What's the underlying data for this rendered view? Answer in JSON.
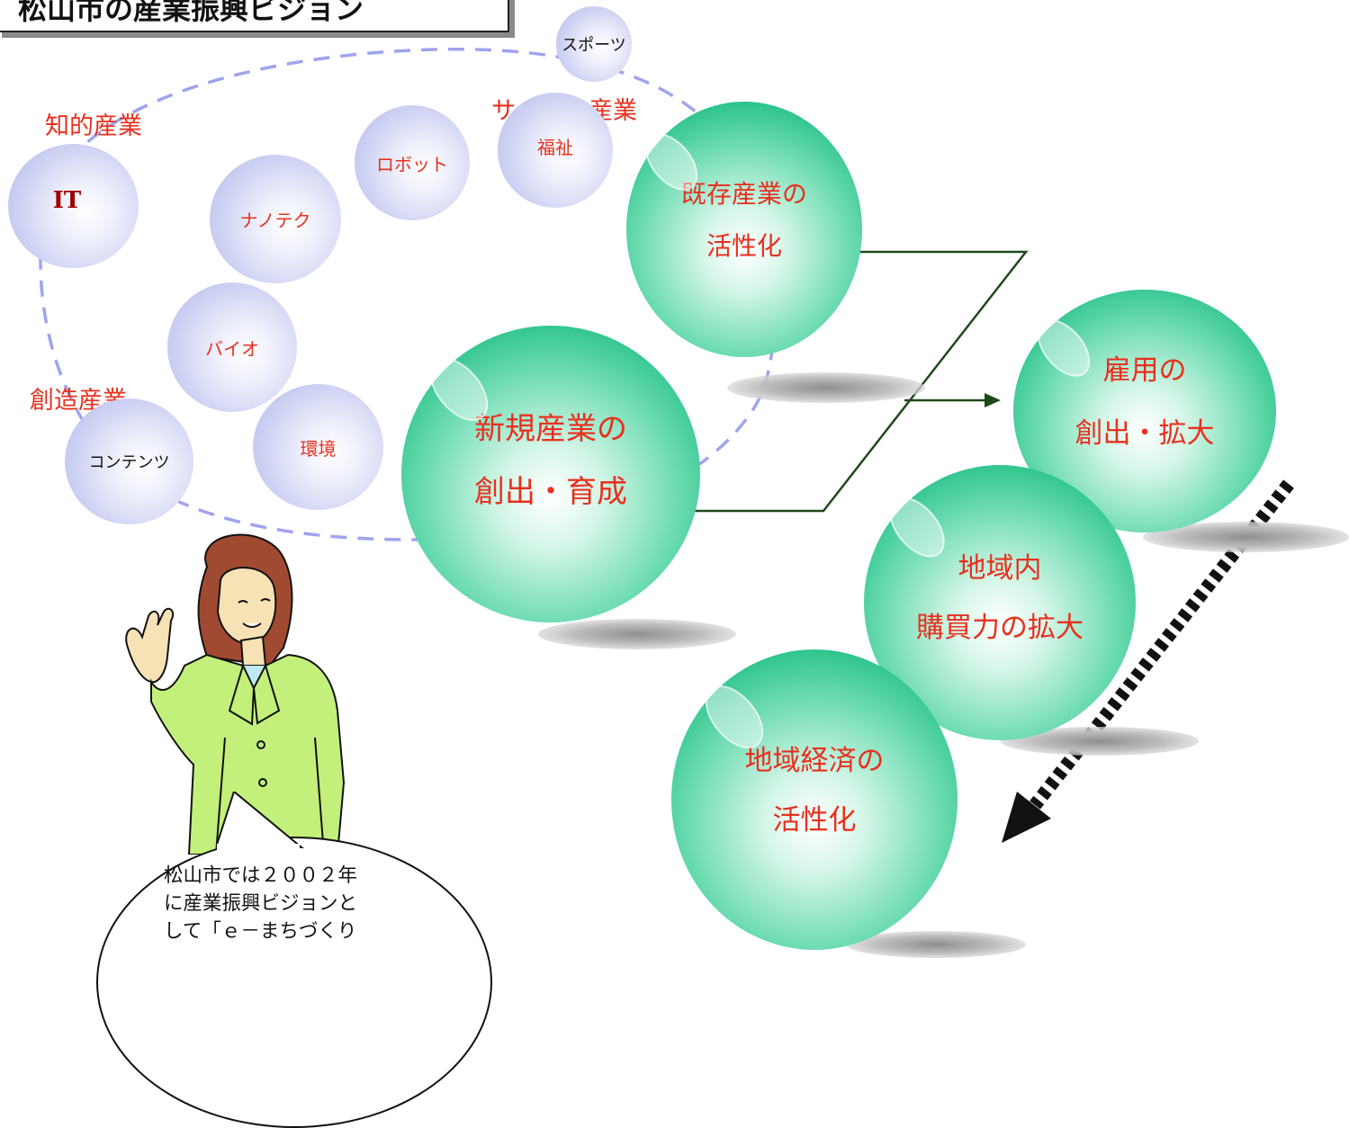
{
  "title": "松山市の産業振興ビジョン",
  "categories": {
    "intellectual": "知的産業",
    "creative": "創造産業",
    "service": "サービス産業"
  },
  "small_bubbles": {
    "it": "IT",
    "nano": "ナノテク",
    "robot": "ロボット",
    "welfare": "福祉",
    "sports": "スポーツ",
    "bio": "バイオ",
    "environment": "環境",
    "contents": "コンテンツ"
  },
  "spheres": {
    "existing": {
      "line1": "既存産業の",
      "line2": "活性化"
    },
    "new": {
      "line1": "新規産業の",
      "line2": "創出・育成"
    },
    "employment": {
      "line1": "雇用の",
      "line2": "創出・拡大"
    },
    "purchasing": {
      "line1": "地域内",
      "line2": "購買力の拡大"
    },
    "economy": {
      "line1": "地域経済の",
      "line2": "活性化"
    }
  },
  "speech": {
    "line1": "松山市では２００２年",
    "line2": "に産業振興ビジョンと",
    "line3": "して「ｅ－まちづくり"
  },
  "colors": {
    "accent_red": "#e8301e",
    "sphere_green": "#21bf86",
    "bubble_lavender": "#c9cdf1",
    "connector_green": "#1f4a1a",
    "dashed_line": "#9ea4ee"
  }
}
